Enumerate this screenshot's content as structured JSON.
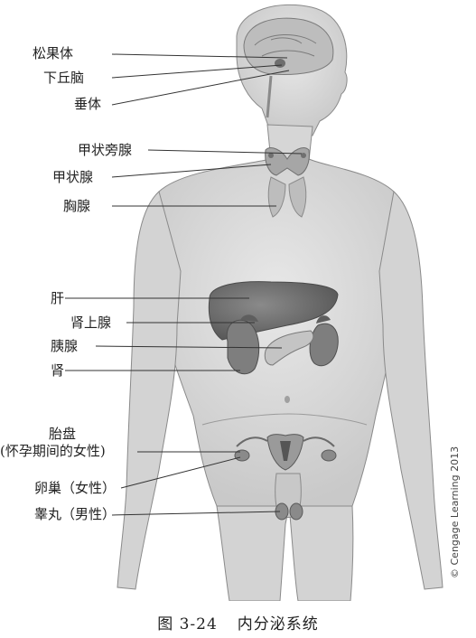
{
  "labels": {
    "pineal": "松果体",
    "hypothalamus": "下丘脑",
    "pituitary": "垂体",
    "parathyroid": "甲状旁腺",
    "thyroid": "甲状腺",
    "thymus": "胸腺",
    "liver": "肝",
    "adrenal": "肾上腺",
    "pancreas": "胰腺",
    "kidney": "肾",
    "placenta": "胎盘",
    "placenta_note": "(怀孕期间的女性)",
    "ovary": "卵巢（女性）",
    "testis": "睾丸（男性）"
  },
  "caption": {
    "number": "图 3-24",
    "title": "内分泌系统"
  },
  "copyright": "© Cengage Learning 2013",
  "colors": {
    "skin": "#dcdcdc",
    "outline": "#8a8a8a",
    "organ_dark": "#6e6e6e",
    "organ_mid": "#9a9a9a",
    "line": "#333333"
  }
}
